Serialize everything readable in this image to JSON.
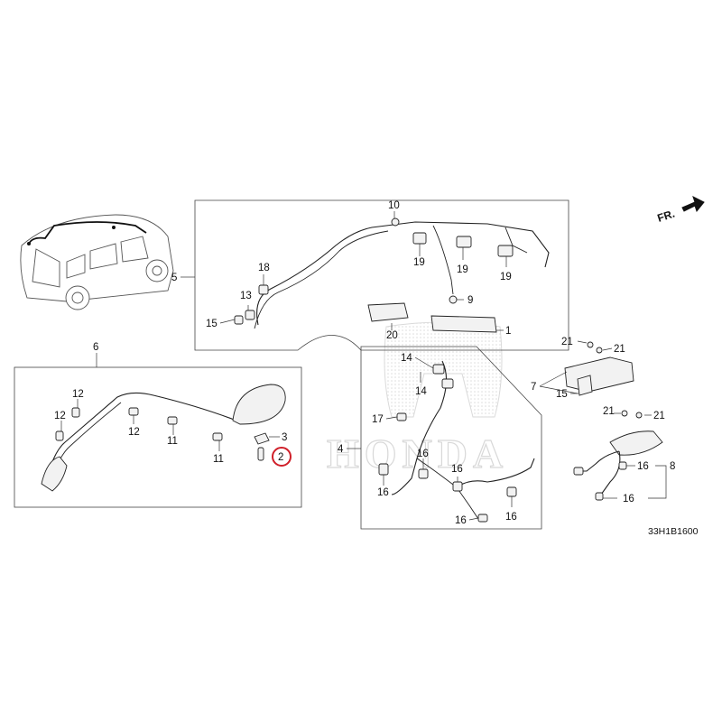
{
  "diagram": {
    "code": "33H1B1600",
    "direction_label": "FR.",
    "watermark_text": "HONDA",
    "highlight_color": "#d0202a",
    "highlighted_callout": "2"
  },
  "callouts": {
    "c1": "1",
    "c2": "2",
    "c3": "3",
    "c4": "4",
    "c5": "5",
    "c6": "6",
    "c7": "7",
    "c8": "8",
    "c9": "9",
    "c10": "10",
    "c11a": "11",
    "c11b": "11",
    "c12a": "12",
    "c12b": "12",
    "c12c": "12",
    "c13": "13",
    "c14a": "14",
    "c14b": "14",
    "c15a": "15",
    "c15b": "15",
    "c16a": "16",
    "c16b": "16",
    "c16c": "16",
    "c16d": "16",
    "c16e": "16",
    "c16f": "16",
    "c16g": "16",
    "c17": "17",
    "c18": "18",
    "c19a": "19",
    "c19b": "19",
    "c19c": "19",
    "c20": "20",
    "c21a": "21",
    "c21b": "21",
    "c21c": "21",
    "c21d": "21"
  }
}
